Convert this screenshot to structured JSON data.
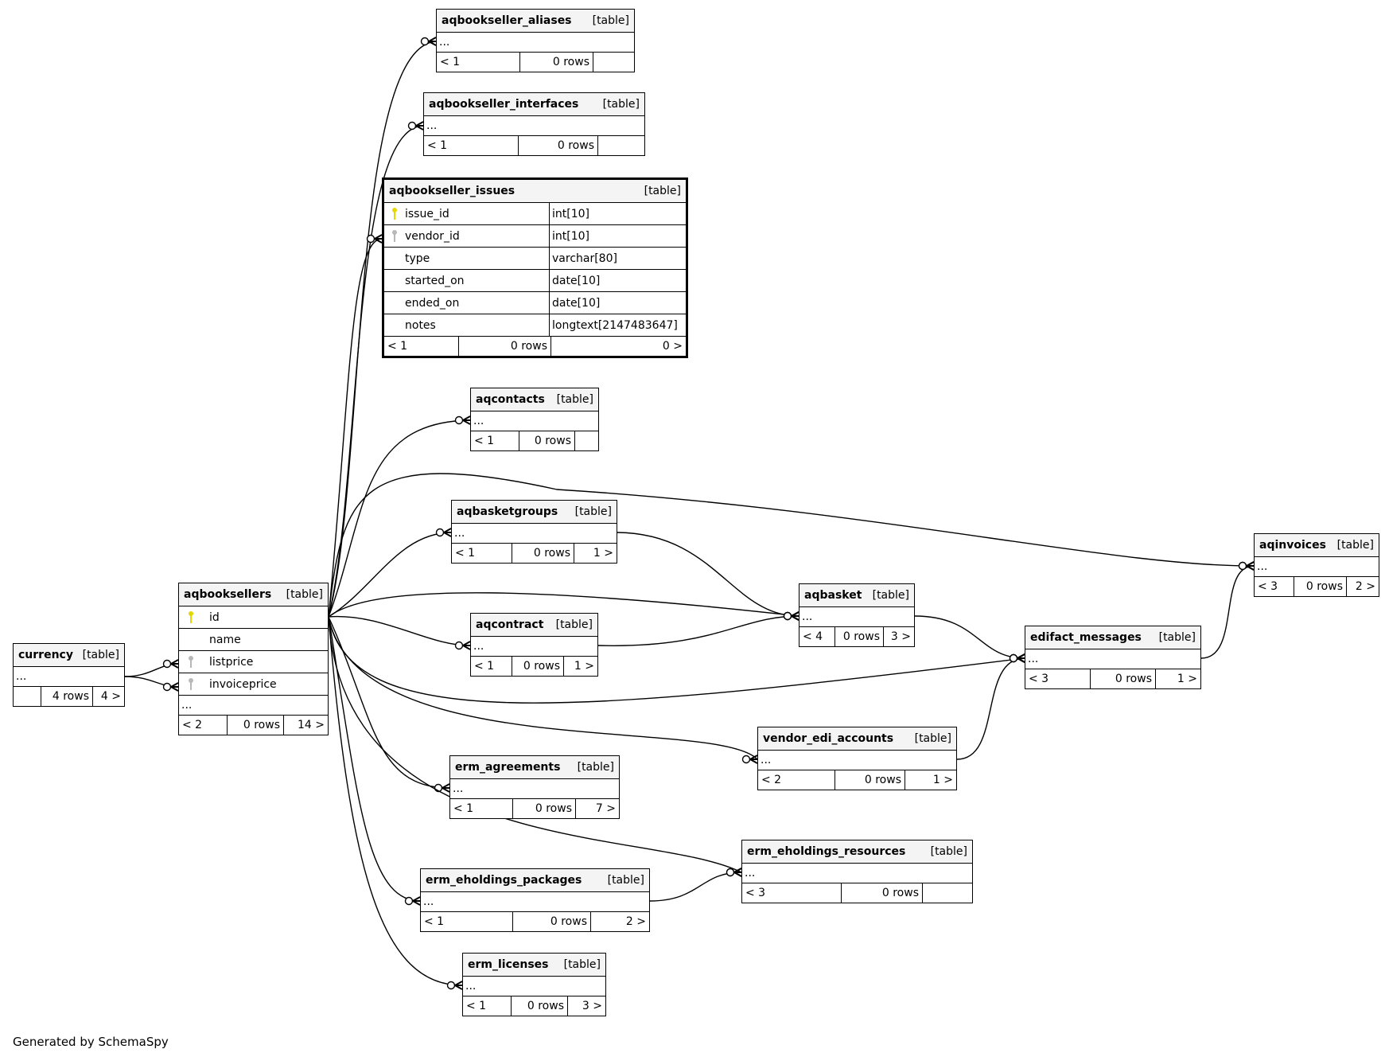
{
  "footer": "Generated by SchemaSpy",
  "type_label": "[table]",
  "ellipsis": "...",
  "tables": {
    "aqbookseller_aliases": {
      "name": "aqbookseller_aliases",
      "parents": "< 1",
      "rows": "0 rows",
      "children": ""
    },
    "aqbookseller_interfaces": {
      "name": "aqbookseller_interfaces",
      "parents": "< 1",
      "rows": "0 rows",
      "children": ""
    },
    "aqbookseller_issues": {
      "name": "aqbookseller_issues",
      "parents": "< 1",
      "rows": "0 rows",
      "children": "0 >",
      "columns": [
        {
          "name": "issue_id",
          "type": "int[10]",
          "key": "primary-key"
        },
        {
          "name": "vendor_id",
          "type": "int[10]",
          "key": "foreign-key"
        },
        {
          "name": "type",
          "type": "varchar[80]",
          "key": ""
        },
        {
          "name": "started_on",
          "type": "date[10]",
          "key": ""
        },
        {
          "name": "ended_on",
          "type": "date[10]",
          "key": ""
        },
        {
          "name": "notes",
          "type": "longtext[2147483647]",
          "key": ""
        }
      ]
    },
    "aqcontacts": {
      "name": "aqcontacts",
      "parents": "< 1",
      "rows": "0 rows",
      "children": ""
    },
    "aqbasketgroups": {
      "name": "aqbasketgroups",
      "parents": "< 1",
      "rows": "0 rows",
      "children": "1 >"
    },
    "aqbooksellers": {
      "name": "aqbooksellers",
      "parents": "< 2",
      "rows": "0 rows",
      "children": "14 >",
      "columns": [
        {
          "name": "id",
          "key": "primary-key"
        },
        {
          "name": "name",
          "key": ""
        },
        {
          "name": "listprice",
          "key": "foreign-key"
        },
        {
          "name": "invoiceprice",
          "key": "foreign-key"
        }
      ]
    },
    "currency": {
      "name": "currency",
      "parents": "",
      "rows": "4 rows",
      "children": "4 >"
    },
    "aqcontract": {
      "name": "aqcontract",
      "parents": "< 1",
      "rows": "0 rows",
      "children": "1 >"
    },
    "aqbasket": {
      "name": "aqbasket",
      "parents": "< 4",
      "rows": "0 rows",
      "children": "3 >"
    },
    "aqinvoices": {
      "name": "aqinvoices",
      "parents": "< 3",
      "rows": "0 rows",
      "children": "2 >"
    },
    "edifact_messages": {
      "name": "edifact_messages",
      "parents": "< 3",
      "rows": "0 rows",
      "children": "1 >"
    },
    "vendor_edi_accounts": {
      "name": "vendor_edi_accounts",
      "parents": "< 2",
      "rows": "0 rows",
      "children": "1 >"
    },
    "erm_agreements": {
      "name": "erm_agreements",
      "parents": "< 1",
      "rows": "0 rows",
      "children": "7 >"
    },
    "erm_eholdings_resources": {
      "name": "erm_eholdings_resources",
      "parents": "< 3",
      "rows": "0 rows",
      "children": ""
    },
    "erm_eholdings_packages": {
      "name": "erm_eholdings_packages",
      "parents": "< 1",
      "rows": "0 rows",
      "children": "2 >"
    },
    "erm_licenses": {
      "name": "erm_licenses",
      "parents": "< 1",
      "rows": "0 rows",
      "children": "3 >"
    }
  },
  "relationships": [
    {
      "from": "aqbooksellers",
      "to": "aqbookseller_aliases"
    },
    {
      "from": "aqbooksellers",
      "to": "aqbookseller_interfaces"
    },
    {
      "from": "aqbooksellers",
      "to": "aqbookseller_issues"
    },
    {
      "from": "aqbooksellers",
      "to": "aqcontacts"
    },
    {
      "from": "aqbooksellers",
      "to": "aqinvoices"
    },
    {
      "from": "aqbooksellers",
      "to": "aqbasketgroups"
    },
    {
      "from": "aqbooksellers",
      "to": "aqbasket"
    },
    {
      "from": "aqbooksellers",
      "to": "aqcontract"
    },
    {
      "from": "aqbooksellers",
      "to": "edifact_messages"
    },
    {
      "from": "aqbooksellers",
      "to": "vendor_edi_accounts"
    },
    {
      "from": "aqbooksellers",
      "to": "erm_agreements"
    },
    {
      "from": "aqbooksellers",
      "to": "erm_eholdings_resources"
    },
    {
      "from": "aqbooksellers",
      "to": "erm_eholdings_packages"
    },
    {
      "from": "aqbooksellers",
      "to": "erm_licenses"
    },
    {
      "from": "currency",
      "to": "aqbooksellers.listprice"
    },
    {
      "from": "currency",
      "to": "aqbooksellers.invoiceprice"
    },
    {
      "from": "aqbasketgroups",
      "to": "aqbasket"
    },
    {
      "from": "aqcontract",
      "to": "aqbasket"
    },
    {
      "from": "aqbasket",
      "to": "edifact_messages"
    },
    {
      "from": "vendor_edi_accounts",
      "to": "edifact_messages"
    },
    {
      "from": "edifact_messages",
      "to": "aqinvoices"
    },
    {
      "from": "erm_eholdings_packages",
      "to": "erm_eholdings_resources"
    }
  ]
}
